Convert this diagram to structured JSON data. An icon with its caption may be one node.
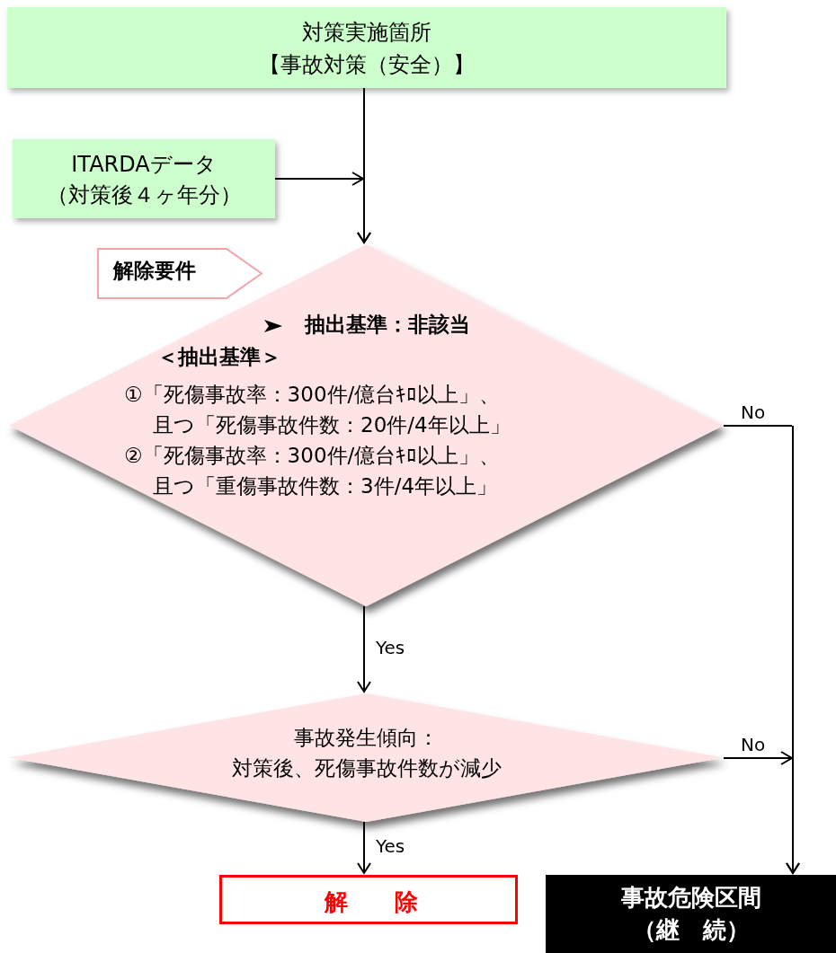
{
  "diagram": {
    "nodes": [
      {
        "text": [
          "対策実施箇所",
          "【事故対策（安全）】"
        ]
      },
      {
        "text": [
          "ITARDAデータ",
          "（対策後４ヶ年分）"
        ]
      },
      {
        "text": [
          "解除要件"
        ]
      },
      {
        "text": [
          "抽出基準：非該当",
          "＜抽出基準＞",
          "①「死傷事故率：300件/億台ｷﾛ以上」、",
          "且つ「死傷事故件数：20件/4年以上」",
          "②「死傷事故率：300件/億台ｷﾛ以上」、",
          "且つ「重傷事故件数：3件/4年以上」"
        ]
      },
      {
        "text": [
          "事故発生傾向：",
          "対策後、死傷事故件数が減少"
        ]
      },
      {
        "text": [
          "解　　除"
        ]
      },
      {
        "text": [
          "事故危険区間",
          "（継　続）"
        ]
      }
    ],
    "edges": [
      {
        "from": 0,
        "to": 3,
        "arrow": "to"
      },
      {
        "from": 1,
        "to": 3,
        "arrow": "to"
      },
      {
        "from": 3,
        "to": 4,
        "arrow": "to",
        "label": "Yes"
      },
      {
        "from": 4,
        "to": 5,
        "arrow": "to",
        "label": "Yes"
      },
      {
        "from": 3,
        "to": 6,
        "arrow": "to",
        "label": "No"
      },
      {
        "from": 4,
        "to": 6,
        "arrow": "to",
        "label": "No"
      }
    ]
  }
}
